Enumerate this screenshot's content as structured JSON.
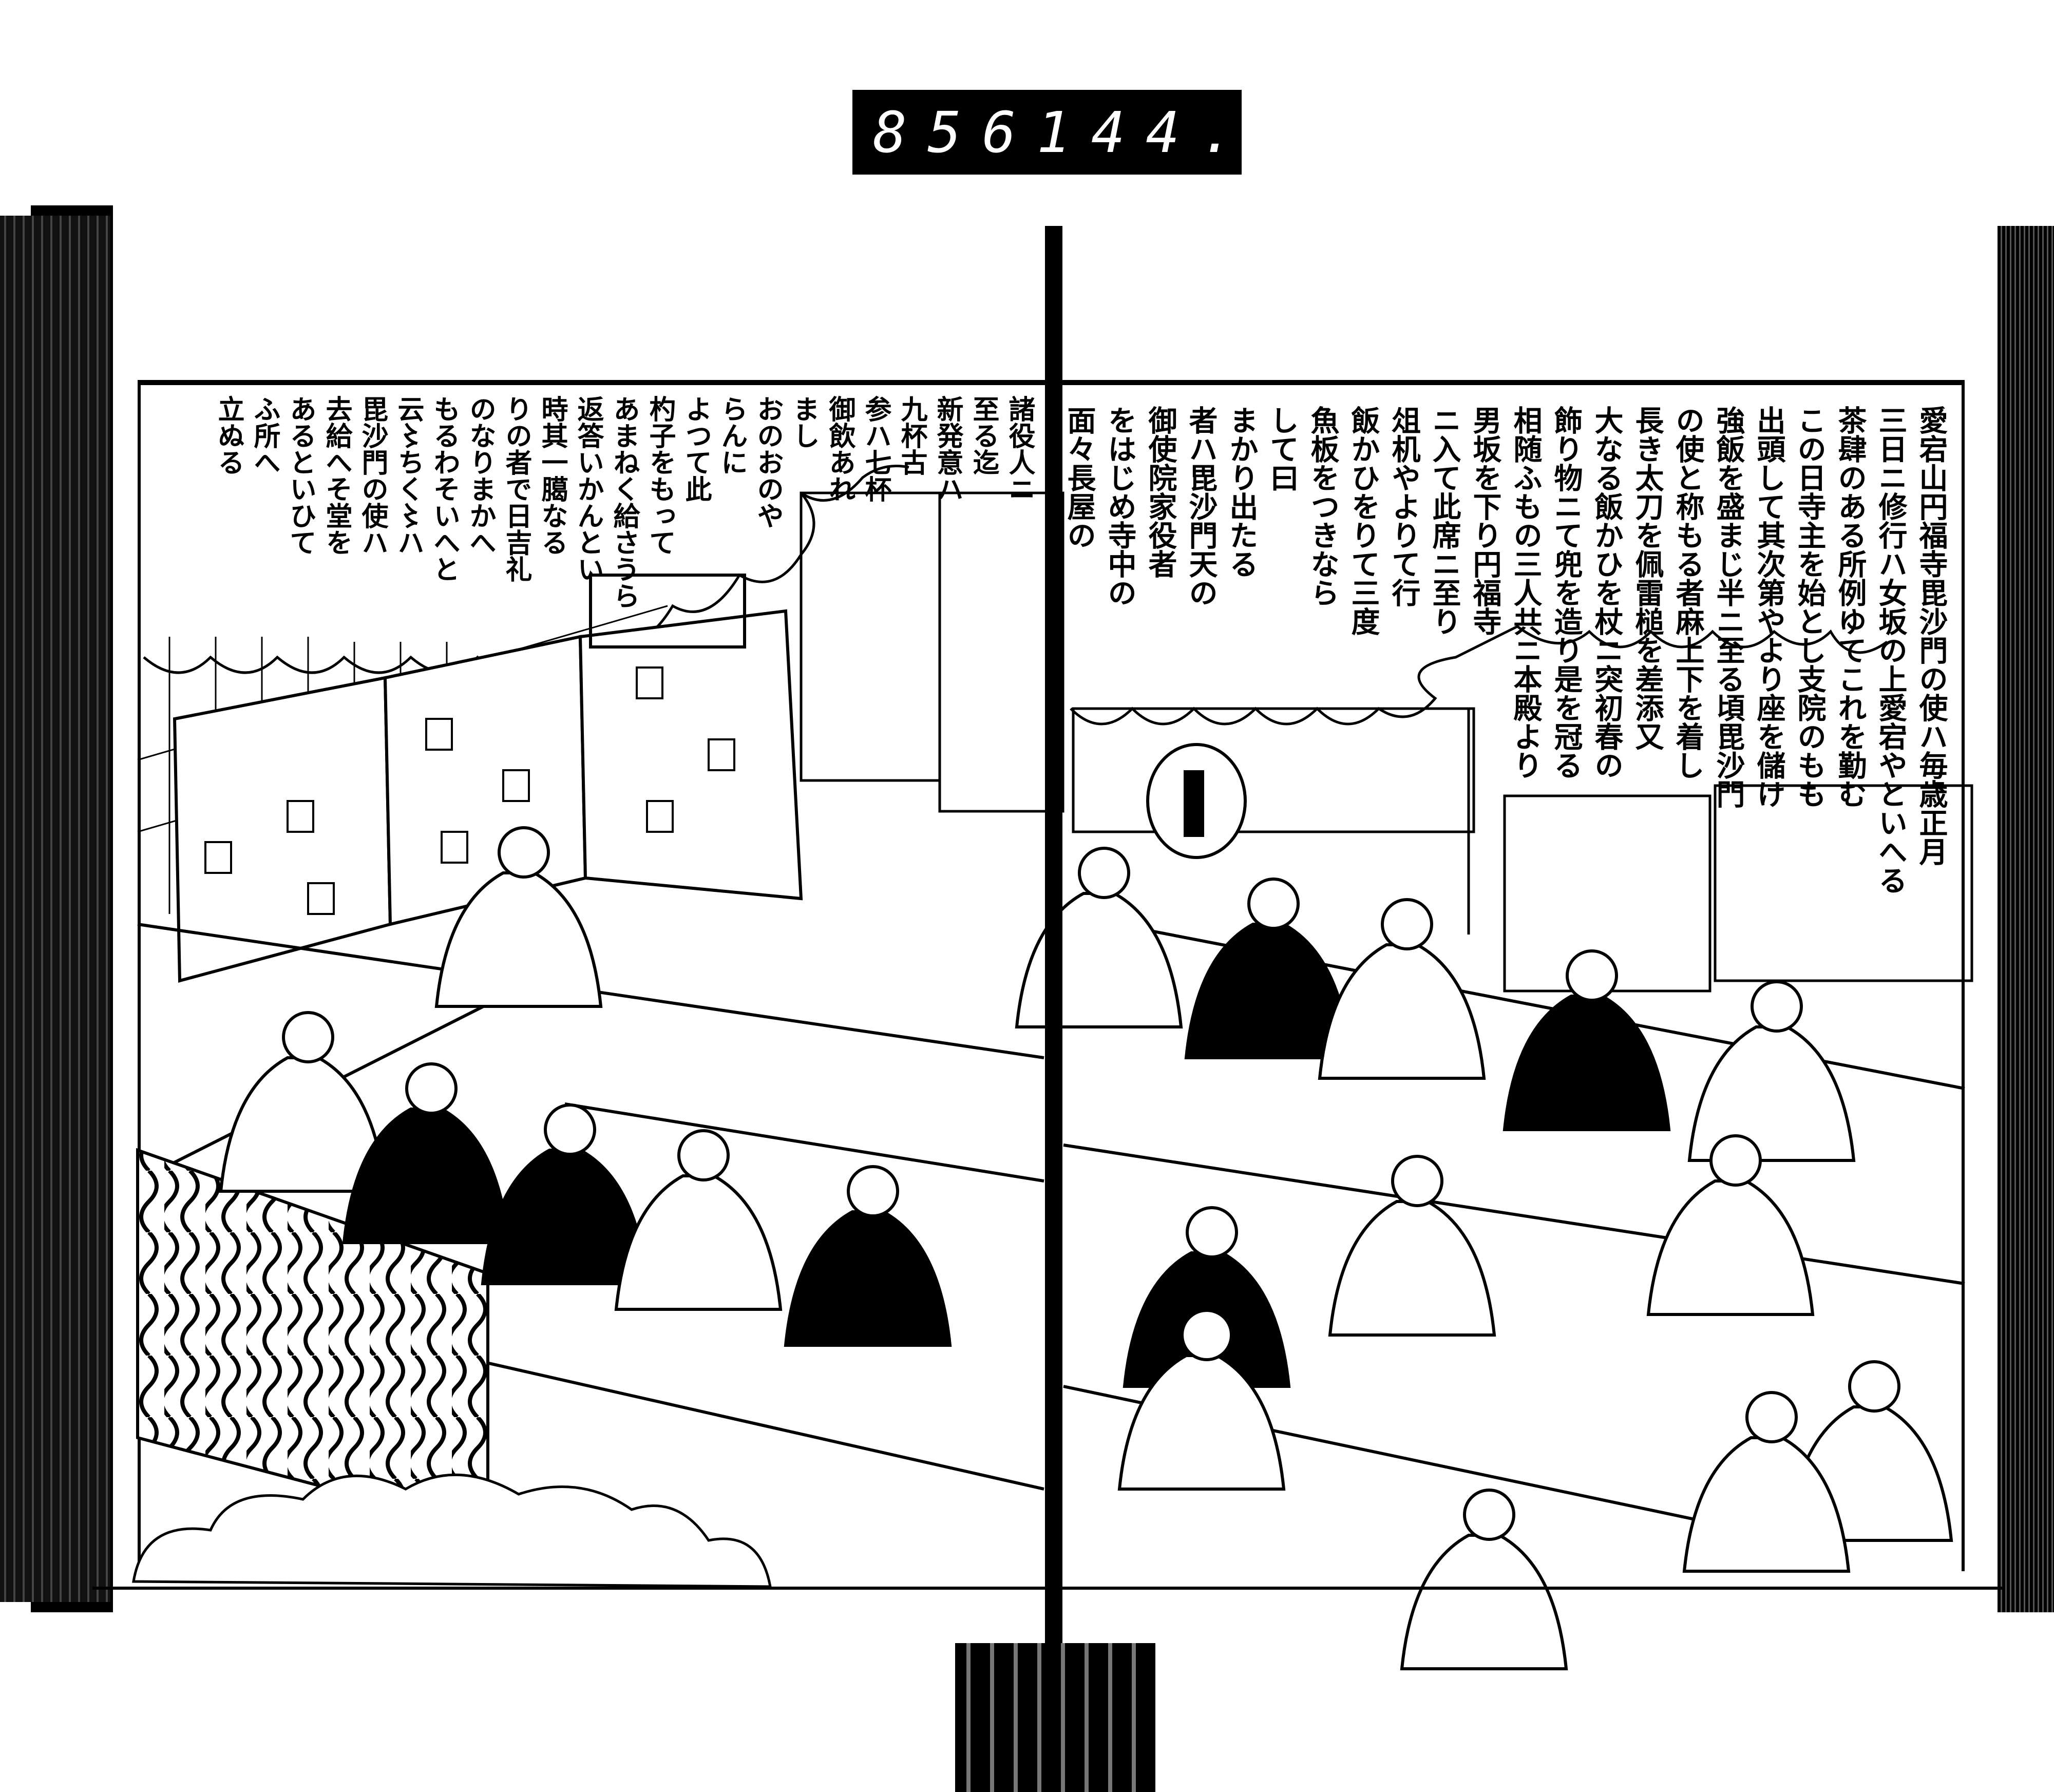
{
  "scan_label": {
    "left": "856",
    "right": "144."
  },
  "right_page": {
    "columns": [
      "愛宕山円福寺毘沙門の使ハ毎歳正月",
      "三日ニ修行ハ女坂の上愛宕やといへる",
      "茶肆のある所例ゆてこれを勤む",
      "この日寺主を始とし支院のもも",
      "出頭して其次第やより座を儲け",
      "強飯を盛まじ半ニ至る頃毘沙門",
      "の使と称もる者麻上下を着し",
      "長き太刀を佩雷槌を差添又",
      "大なる飯かひを杖ニ突初春の",
      "飾り物ニて兜を造り是を冠る",
      "相随ふもの三人共ニ本殿より",
      "男坂を下り円福寺",
      "ニ入て此席ニ至り",
      "俎机やよりて行",
      "飯かひをりて三度",
      "魚板をつきなら",
      "して曰",
      "まかり出たる",
      "者ハ毘沙門天の",
      "御使院家役者",
      "をはじめ寺中の",
      "面々長屋の"
    ]
  },
  "left_page": {
    "columns": [
      "諸役人ニ",
      "至る迄",
      "新発意ハ",
      "九杯古",
      "参ハ七杯",
      "御飲あれ",
      "まし",
      "おのおのや",
      "らんに",
      "よつて此",
      "杓子をもって",
      "あまねく給さうら",
      "返答いかんとい",
      "時其一臈なる",
      "りの者で日吉礼",
      "のなりまかへ",
      "もるわそいへと",
      "云〻ちく〻ハ",
      "毘沙門の使ハ",
      "去給へそ堂を",
      "あるといひて",
      "ふ所へ",
      "立ぬる"
    ]
  }
}
